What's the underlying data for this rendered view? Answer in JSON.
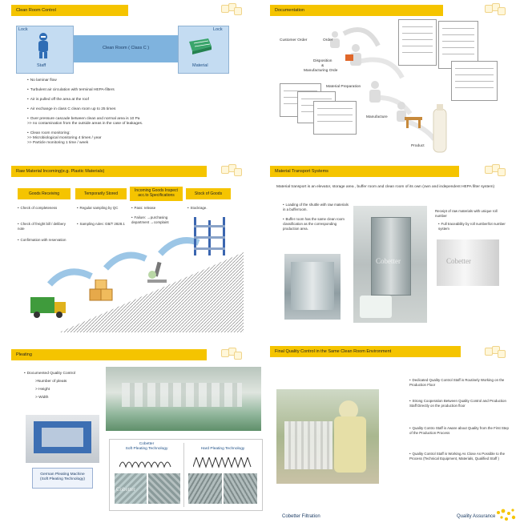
{
  "colors": {
    "accent": "#f5c400",
    "flow_blue": "#7fb3de",
    "lock_blue": "#c4dcf2"
  },
  "panel1": {
    "title": "Clean Room Control",
    "lock_left": "Lock",
    "lock_right": "Lock",
    "staff": "Staff",
    "material": "Material",
    "clean_room": "Clean Room  ( Class C )",
    "bullets": [
      "No laminar flow",
      "Turbulent air circulation with terminal HEPA-filters",
      "Air is pulled off the area at the roof",
      "Air exchange in class C clean room up to 25 times",
      "Over pressure cascade between clean and normal area is 10 Pa",
      ">> no contamination from the outside areas in the case of leakages.",
      "Clean room monitoring:",
      ">> Microbiological monitoring 4 times / year",
      ">> Particle monitoring 1 time / week"
    ]
  },
  "panel2": {
    "title": "Documentation",
    "labels": {
      "customer_order": "Customer Order",
      "order": "Order",
      "disposition": "Disposition",
      "amp": "&",
      "manufacturing_order": "Manufacturing Orde",
      "material_preparation": "Material Preparation",
      "manufacture": "Manufacture",
      "product": "Product"
    }
  },
  "panel3": {
    "title": "Raw Material Incoming(e.g. Plastic Materials)",
    "steps": [
      "Goods Receiving",
      "Temporarily Stored",
      "Incoming Goods Inspect acc.to Specifications",
      "Stock of Goods"
    ],
    "col1": [
      "Check of completeness",
      "Check of freight bill / delibery note",
      "Confirmation with reservation"
    ],
    "col2": [
      "Regular sampling by QC",
      "Sampling rules: GB/T 2828.1"
    ],
    "col3": [
      "Pass: release",
      "Failure: →purchasing department →complaint"
    ],
    "col4": [
      "Stockrage."
    ]
  },
  "panel4": {
    "title": "Material Transport Systems",
    "intro": "Material transport is an elevator, storage area ,  buffer room and  clean room of its own (own and independent HEPA filter system)",
    "left_bullets": [
      "Loading of the shuttle with raw materials in a bufferroom.",
      "Buffer room has the same clean room classification as the corresponding production area."
    ],
    "right_text": "Receipt of raw materials with unique roll number",
    "right_bullet": "Full traceability by roll number/lot number system",
    "brand": "Cobetter"
  },
  "panel5": {
    "title": "Pleating",
    "bullet": "Documented Quality Control",
    "subs": [
      ">Number of pleats",
      "> Height",
      "> Width"
    ],
    "machine_caption": "German Pleating Machine\n(Soft Pleating Technology)",
    "soft_label": "Cobetter\nSoft Pleating Technology",
    "hard_label": "Hard Pleating Technology",
    "brand": "Cobetter"
  },
  "panel6": {
    "title": "Final Quality Control in the Same Clean Room Environment",
    "bullets": [
      "Dedicated Quality Control Staff is Routinely Working on the Production Floor",
      "Strong Cooperation Between Quality Control and Production Staff Directly on the production floor",
      "Quality Contro  Staff is Aware about Quality from the First Step  of the Production Process",
      "Quality Control Staff is Working As Close As Possible to the Process (Technical Equipment, Materials, Qualified Staff )"
    ]
  },
  "footer": {
    "left": "Cobetter Filtration",
    "right": "Quality Assurance"
  }
}
